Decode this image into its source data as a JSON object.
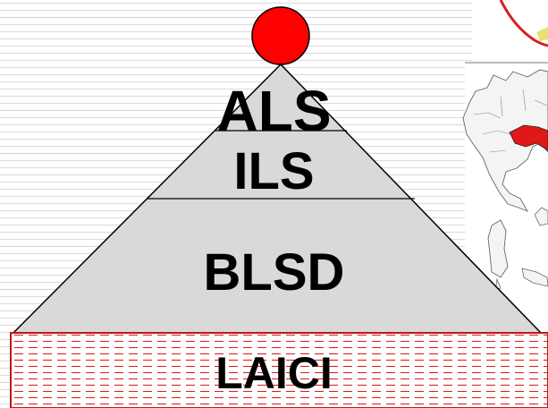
{
  "levels": {
    "apex": "ALS",
    "second": "ILS",
    "third": "BLSD",
    "base": "LAICI"
  },
  "colors": {
    "pyramid_fill": "#d9d9d9",
    "apex_dot": "#ff0000",
    "base_stripes": "#e02020",
    "map_highlight": "#e01818",
    "stripe_background": "#dcdcdc"
  },
  "icons": {
    "apex": "red-circle-icon",
    "map": "italy-map-icon",
    "corner": "red-circled-mark-icon"
  }
}
